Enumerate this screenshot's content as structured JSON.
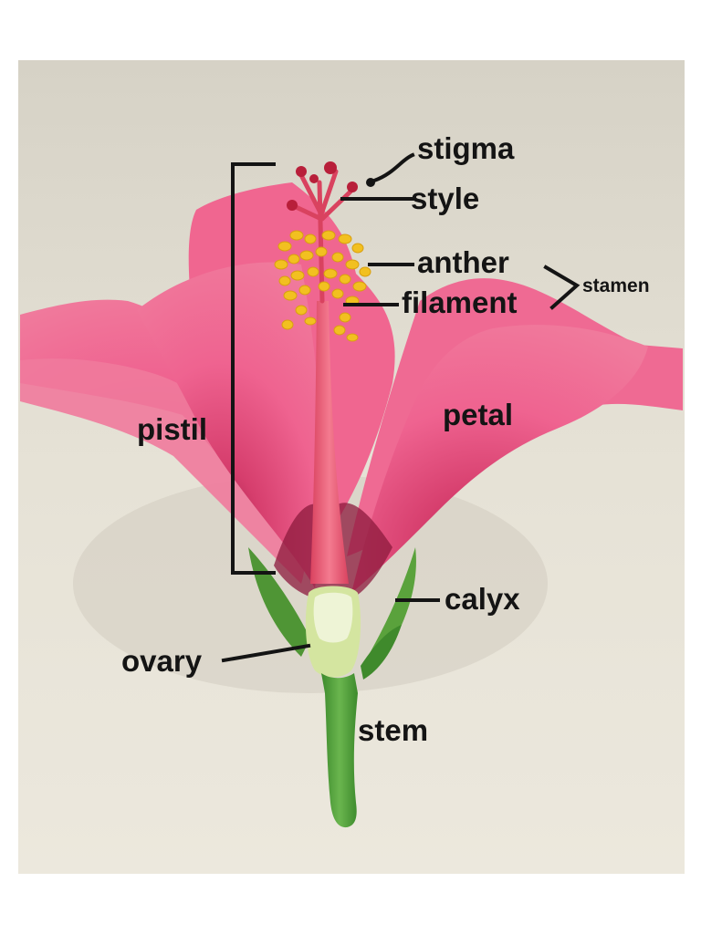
{
  "labels": {
    "stigma": "stigma",
    "style": "style",
    "anther": "anther",
    "filament": "filament",
    "stamen": "stamen",
    "pistil": "pistil",
    "petal": "petal",
    "calyx": "calyx",
    "ovary": "ovary",
    "stem": "stem"
  },
  "colors": {
    "background": "#e8e4d8",
    "petal": "#ee5f8a",
    "petal_dark": "#b02a55",
    "pistil": "#e85676",
    "anther": "#f2c020",
    "stem": "#4d9c3b",
    "calyx": "#5a9e3a",
    "ovary": "#d8e7a9",
    "leader_line": "#141414"
  }
}
